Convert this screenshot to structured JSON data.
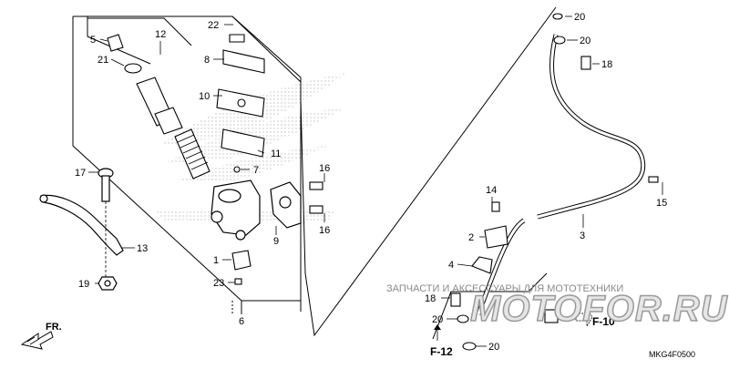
{
  "diagram": {
    "callouts": [
      {
        "id": "c22",
        "text": "22"
      },
      {
        "id": "c8",
        "text": "8"
      },
      {
        "id": "c10",
        "text": "10"
      },
      {
        "id": "c11",
        "text": "11"
      },
      {
        "id": "c7",
        "text": "7"
      },
      {
        "id": "c5",
        "text": "5"
      },
      {
        "id": "c21",
        "text": "21"
      },
      {
        "id": "c12",
        "text": "12"
      },
      {
        "id": "c17",
        "text": "17"
      },
      {
        "id": "c13",
        "text": "13"
      },
      {
        "id": "c19",
        "text": "19"
      },
      {
        "id": "c1",
        "text": "1"
      },
      {
        "id": "c23",
        "text": "23"
      },
      {
        "id": "c6",
        "text": "6"
      },
      {
        "id": "c9",
        "text": "9"
      },
      {
        "id": "c16a",
        "text": "16"
      },
      {
        "id": "c16b",
        "text": "16"
      },
      {
        "id": "c20a",
        "text": "20"
      },
      {
        "id": "c20b",
        "text": "20"
      },
      {
        "id": "c18a",
        "text": "18"
      },
      {
        "id": "c15",
        "text": "15"
      },
      {
        "id": "c3",
        "text": "3"
      },
      {
        "id": "c14",
        "text": "14"
      },
      {
        "id": "c2",
        "text": "2"
      },
      {
        "id": "c4",
        "text": "4"
      },
      {
        "id": "c18b",
        "text": "18"
      },
      {
        "id": "c20c",
        "text": "20"
      },
      {
        "id": "c20d",
        "text": "20"
      }
    ],
    "refs": {
      "f10": "F-10",
      "f12": "F-12"
    },
    "direction": "FR.",
    "watermark_text": "ЗАПЧАСТИ И АКСЕССУАРЫ ДЛЯ МОТОТЕХНИКИ",
    "watermark_logo": "MOTOFOR.RU",
    "diagram_code": "MKG4F0500"
  }
}
